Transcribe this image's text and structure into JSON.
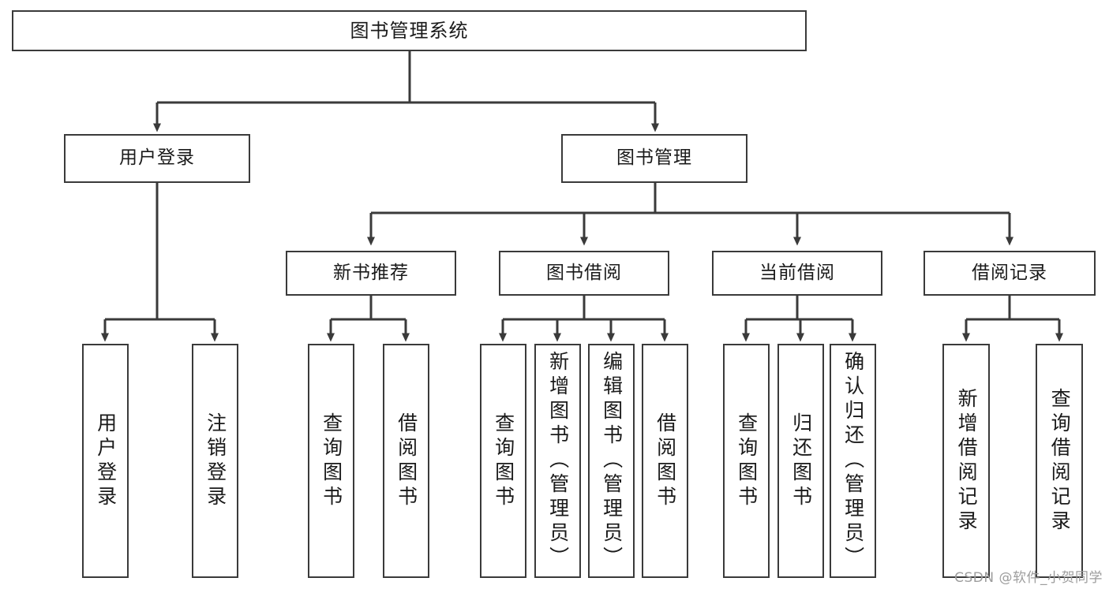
{
  "diagram": {
    "title": "图书管理系统",
    "type": "tree-hierarchy",
    "root": {
      "label": "图书管理系统"
    },
    "level2": [
      {
        "label": "用户登录"
      },
      {
        "label": "图书管理"
      }
    ],
    "level3": [
      {
        "label": "新书推荐"
      },
      {
        "label": "图书借阅"
      },
      {
        "label": "当前借阅"
      },
      {
        "label": "借阅记录"
      }
    ],
    "leaves": {
      "user_login": [
        {
          "label": "用户登录"
        },
        {
          "label": "注销登录"
        }
      ],
      "new_book_recommend": [
        {
          "label": "查询图书"
        },
        {
          "label": "借阅图书"
        }
      ],
      "book_borrow": [
        {
          "label": "查询图书"
        },
        {
          "label": "新增图书（管理员）"
        },
        {
          "label": "编辑图书（管理员）"
        },
        {
          "label": "借阅图书"
        }
      ],
      "current_borrow": [
        {
          "label": "查询图书"
        },
        {
          "label": "归还图书"
        },
        {
          "label": "确认归还（管理员）"
        }
      ],
      "borrow_record": [
        {
          "label": "新增借阅记录"
        },
        {
          "label": "查询借阅记录"
        }
      ]
    }
  },
  "watermark": {
    "text": "CSDN @软件_小贺同学"
  },
  "colors": {
    "stroke": "#3a3a3a",
    "background": "#ffffff",
    "text": "#1a1a1a",
    "watermark": "#9d9d9d"
  }
}
